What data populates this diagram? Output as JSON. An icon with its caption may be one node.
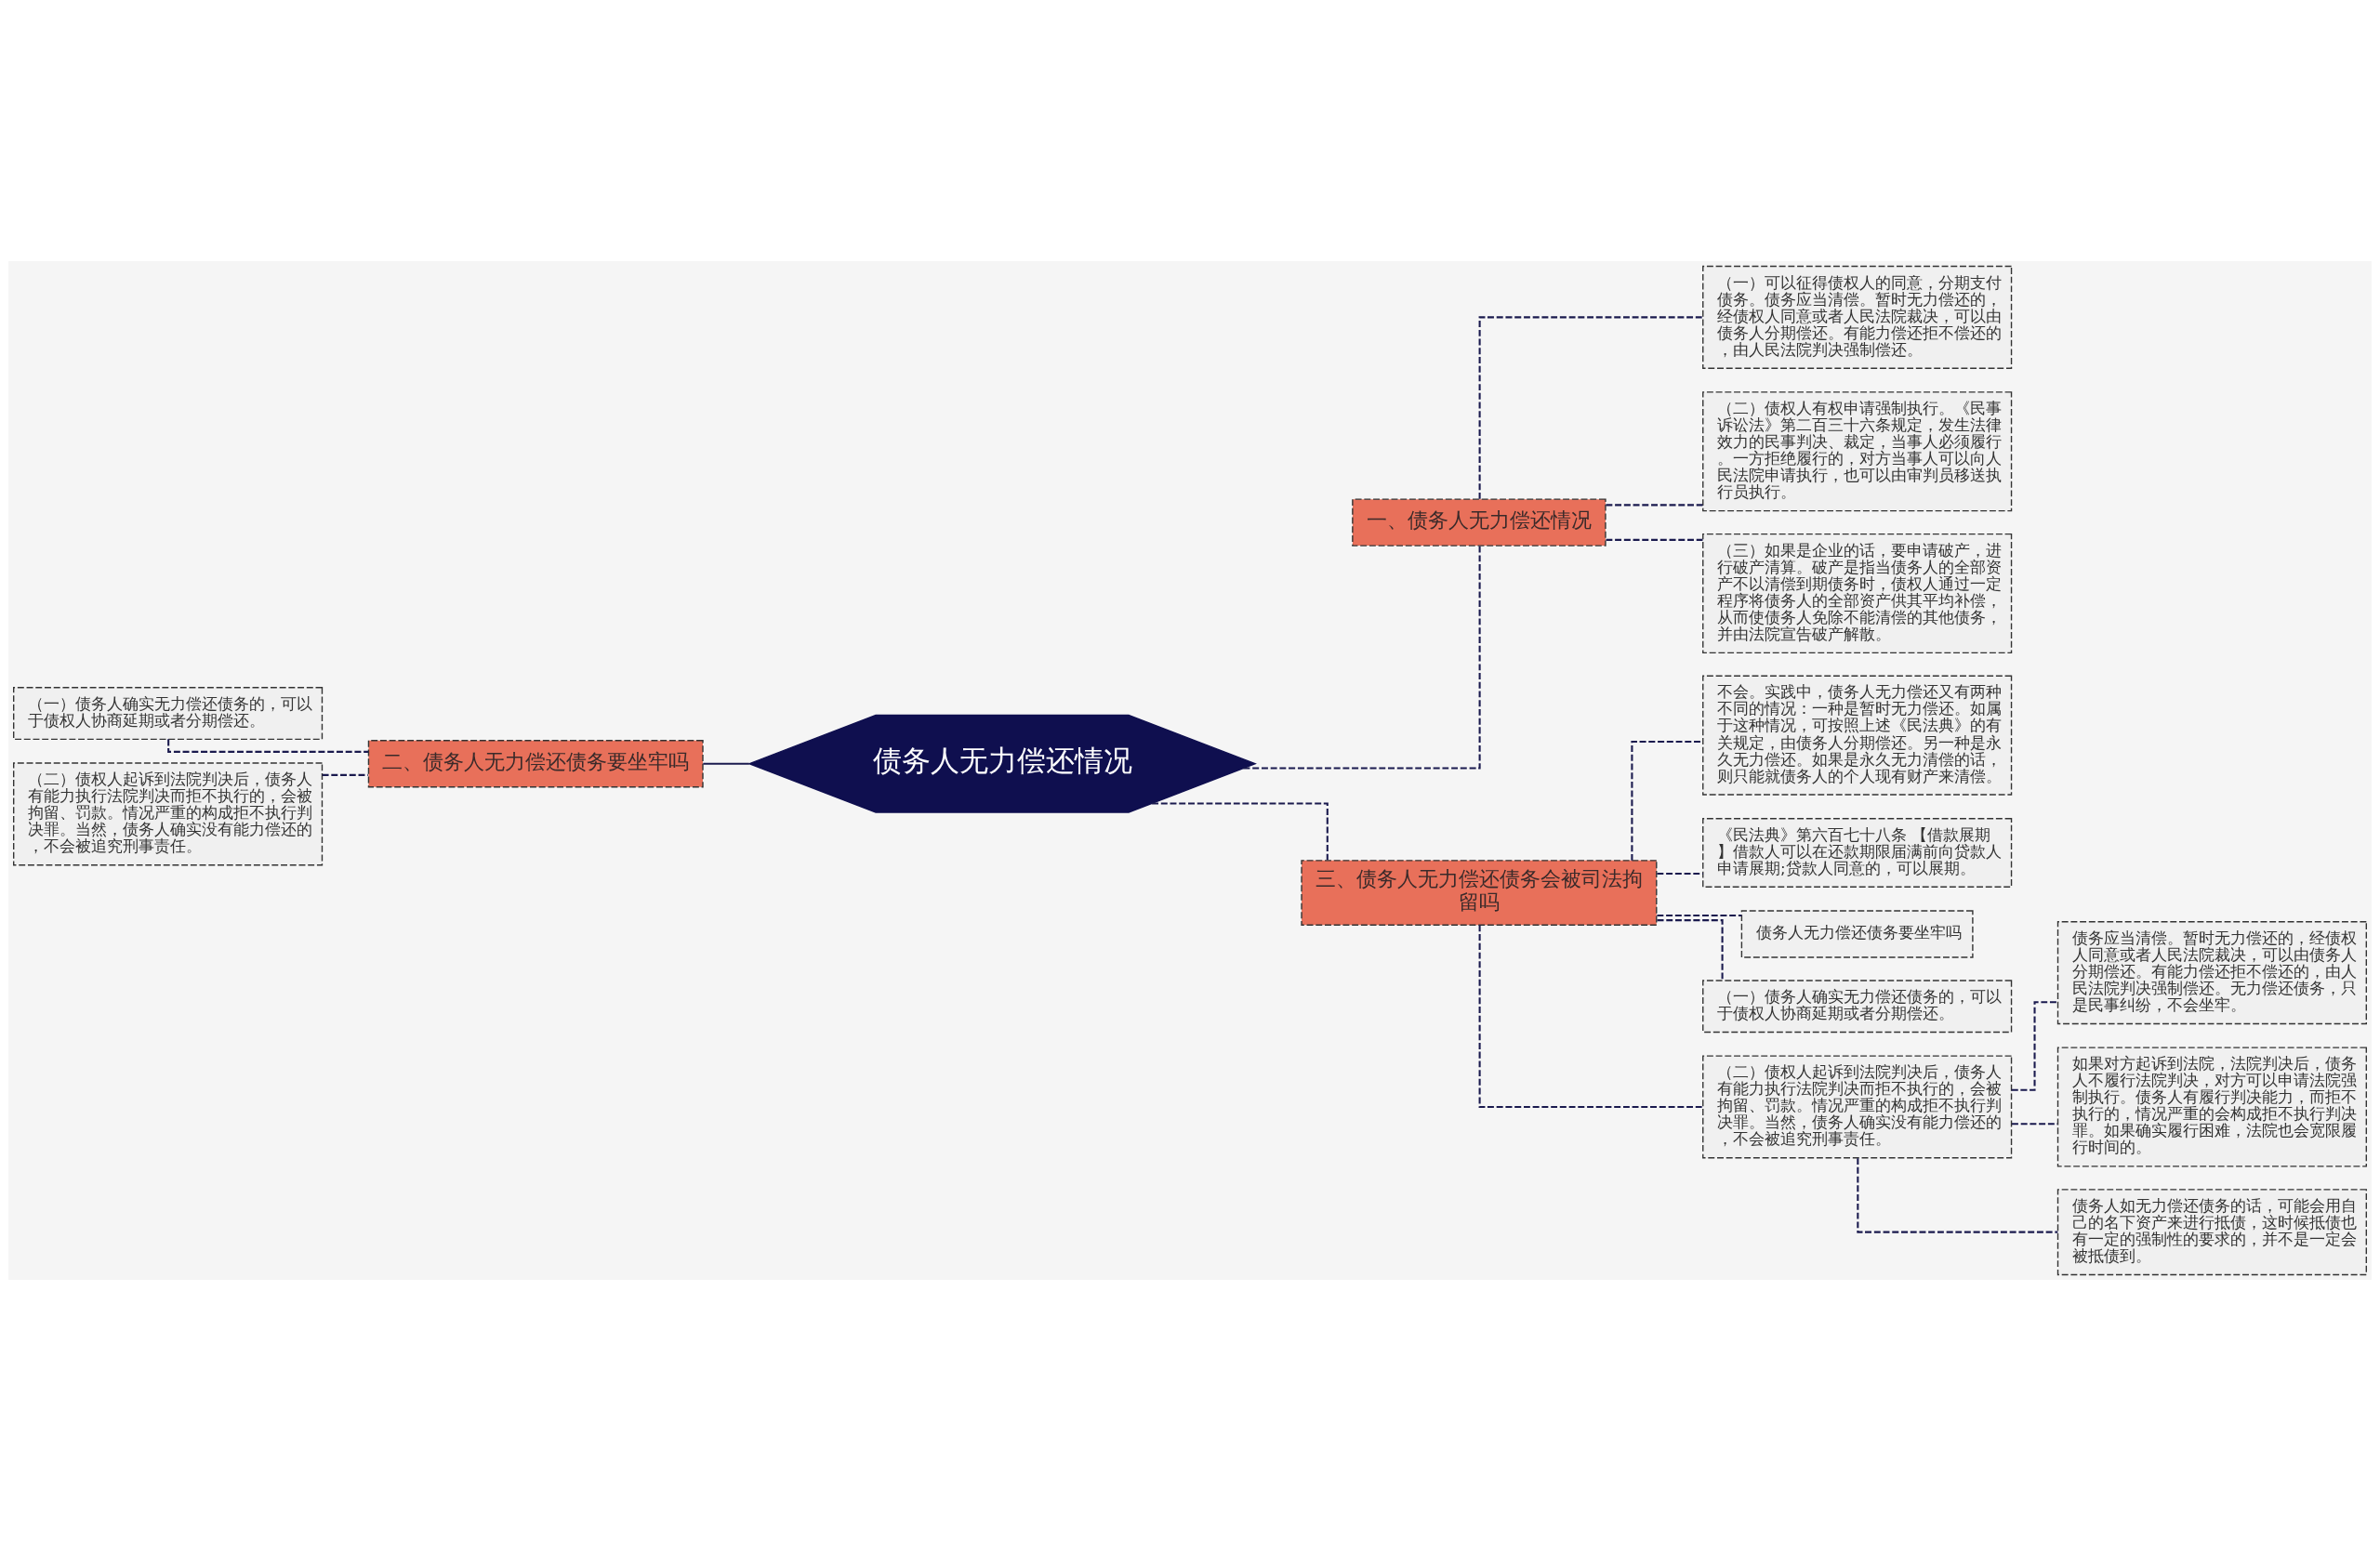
{
  "diagram": {
    "nodes": [
      {
        "text": [
          "债务人无力偿还情况"
        ]
      },
      {
        "text": [
          "一、债务人无力偿还情况"
        ]
      },
      {
        "text": [
          "（一）可以征得债权人的同意，分期支付债务。债务应当清偿。暂时无力偿还的，经债权人同意或者人民法院裁决，可以由债务人分期偿还。有能力偿还拒不偿还的，由人民法院判决强制偿还。"
        ]
      },
      {
        "text": [
          "（二）债权人有权申请强制执行。《民事诉讼法》第二百三十六条规定，发生法律效力的民事判决、裁定，当事人必须履行。一方拒绝履行的，对方当事人可以向人民法院申请执行，也可以由审判员移送执行员执行。"
        ]
      },
      {
        "text": [
          "（三）如果是企业的话，要申请破产，进行破产清算。破产是指当债务人的全部资产不以清偿到期债务时，债权人通过一定程序将债务人的全部资产供其平均补偿，从而使债务人免除不能清偿的其他债务，并由法院宣告破产解散。"
        ]
      },
      {
        "text": [
          "二、债务人无力偿还债务要坐牢吗"
        ]
      },
      {
        "text": [
          "（一）债务人确实无力偿还债务的，可以于债权人协商延期或者分期偿还。"
        ]
      },
      {
        "text": [
          "（二）债权人起诉到法院判决后，债务人有能力执行法院判决而拒不执行的，会被拘留、罚款。情况严重的构成拒不执行判决罪。当然，债务人确实没有能力偿还的，不会被追究刑事责任。"
        ]
      },
      {
        "text": [
          "三、债务人无力偿还债务会被司法拘留吗"
        ]
      },
      {
        "text": [
          "不会。实践中，债务人无力偿还又有两种不同的情况：一种是暂时无力偿还。如属于这种情况，可按照上述《民法典》的有关规定，由债务人分期偿还。另一种是永久无力偿还。如果是永久无力清偿的话，则只能就债务人的个人现有财产来清偿。"
        ]
      },
      {
        "text": [
          "《民法典》第六百七十八条 【借款展期】借款人可以在还款期限届满前向贷款人申请展期;贷款人同意的，可以展期。"
        ]
      },
      {
        "text": [
          "债务人无力偿还债务要坐牢吗"
        ]
      },
      {
        "text": [
          "（一）债务人确实无力偿还债务的，可以于债权人协商延期或者分期偿还。"
        ]
      },
      {
        "text": [
          "（二）债权人起诉到法院判决后，债务人有能力执行法院判决而拒不执行的，会被拘留、罚款。情况严重的构成拒不执行判决罪。当然，债务人确实没有能力偿还的，不会被追究刑事责任。"
        ]
      },
      {
        "text": [
          "债务应当清偿。暂时无力偿还的，经债权人同意或者人民法院裁决，可以由债务人分期偿还。有能力偿还拒不偿还的，由人民法院判决强制偿还。无力偿还债务，只是民事纠纷，不会坐牢。"
        ]
      },
      {
        "text": [
          "如果对方起诉到法院，法院判决后，债务人不履行法院判决，对方可以申请法院强制执行。债务人有履行判决能力，而拒不执行的，情况严重的会构成拒不执行判决罪。如果确实履行困难，法院也会宽限履行时间的。"
        ]
      },
      {
        "text": [
          "债务人如无力偿还债务的话，可能会用自己的名下资产来进行抵债，这时候抵债也有一定的强制性的要求的，并不是一定会被抵债到。"
        ]
      }
    ],
    "edges": [
      {
        "from": 0,
        "to": 1,
        "arrow": "none",
        "style": "dashed"
      },
      {
        "from": 1,
        "to": 2,
        "arrow": "none",
        "style": "dashed"
      },
      {
        "from": 1,
        "to": 3,
        "arrow": "none",
        "style": "dashed"
      },
      {
        "from": 1,
        "to": 4,
        "arrow": "none",
        "style": "dashed"
      },
      {
        "from": 5,
        "to": 0,
        "arrow": "none"
      },
      {
        "from": 6,
        "to": 5,
        "arrow": "none",
        "style": "dashed"
      },
      {
        "from": 7,
        "to": 5,
        "arrow": "none",
        "style": "dashed"
      },
      {
        "from": 0,
        "to": 8,
        "arrow": "none",
        "style": "dashed"
      },
      {
        "from": 8,
        "to": 9,
        "arrow": "none",
        "style": "dashed"
      },
      {
        "from": 8,
        "to": 10,
        "arrow": "none",
        "style": "dashed"
      },
      {
        "from": 8,
        "to": 11,
        "arrow": "none",
        "style": "dashed"
      },
      {
        "from": 8,
        "to": 12,
        "arrow": "none",
        "style": "dashed"
      },
      {
        "from": 8,
        "to": 13,
        "arrow": "none",
        "style": "dashed"
      },
      {
        "from": 13,
        "to": 14,
        "arrow": "none",
        "style": "dashed"
      },
      {
        "from": 13,
        "to": 15,
        "arrow": "none",
        "style": "dashed"
      },
      {
        "from": 13,
        "to": 16,
        "arrow": "none",
        "style": "dashed"
      }
    ]
  }
}
